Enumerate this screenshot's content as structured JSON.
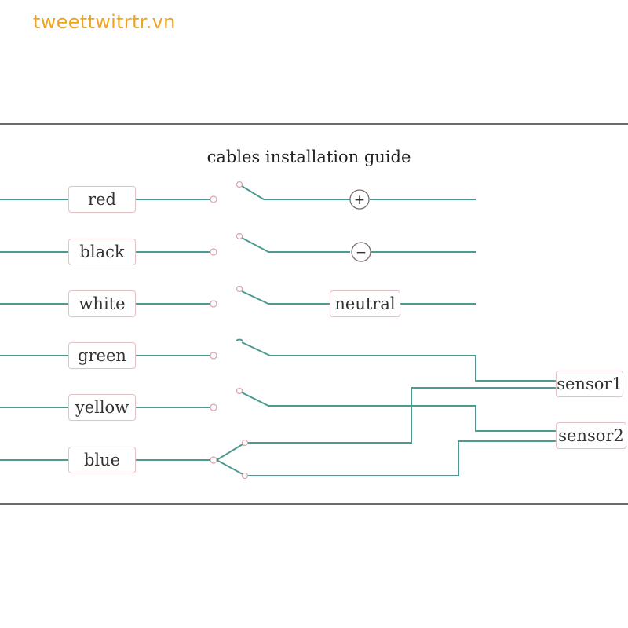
{
  "watermark": "tweettwitrtr.vn",
  "title": "cables installation guide",
  "cables": [
    {
      "label": "red",
      "target": "+"
    },
    {
      "label": "black",
      "target": "−"
    },
    {
      "label": "white",
      "target": "neutral"
    },
    {
      "label": "green",
      "target": "sensor1"
    },
    {
      "label": "yellow",
      "target": "sensor2"
    },
    {
      "label": "blue",
      "target": "sensor1, sensor2"
    }
  ],
  "endpoints": {
    "positive_symbol": "+",
    "negative_symbol": "−",
    "neutral_label": "neutral",
    "sensor1_label": "sensor1",
    "sensor2_label": "sensor2"
  },
  "colors": {
    "wire": "#4e9a91",
    "watermark": "#f0a31f",
    "label_border": "#e4c3c7",
    "frame": "#6b6b6b"
  }
}
